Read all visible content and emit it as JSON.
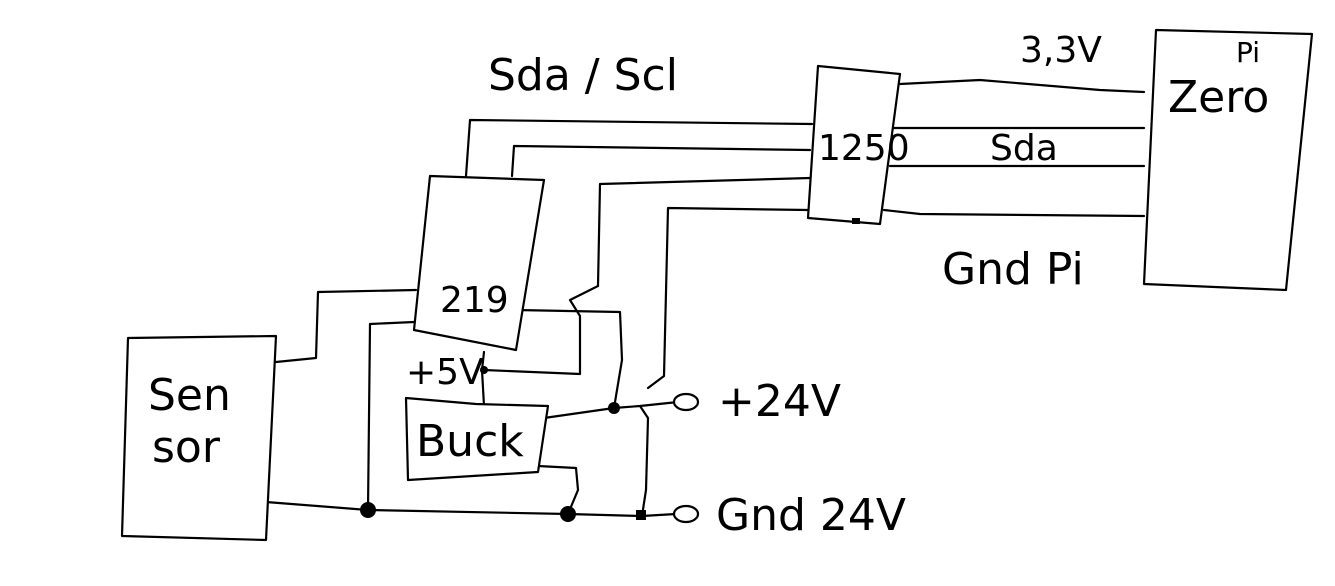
{
  "labels": {
    "bus": "Sda / Scl",
    "v33": "3,3V",
    "sda": "Sda",
    "gnd_pi": "Gnd Pi",
    "plus5v": "+5V",
    "plus24v": "+24V",
    "gnd24v": "Gnd 24V"
  },
  "components": {
    "sensor_line1": "Sen",
    "sensor_line2": "sor",
    "ina": "219",
    "buck": "Buck",
    "iso": "1250",
    "pi_top": "Pi",
    "pi_name": "Zero"
  }
}
